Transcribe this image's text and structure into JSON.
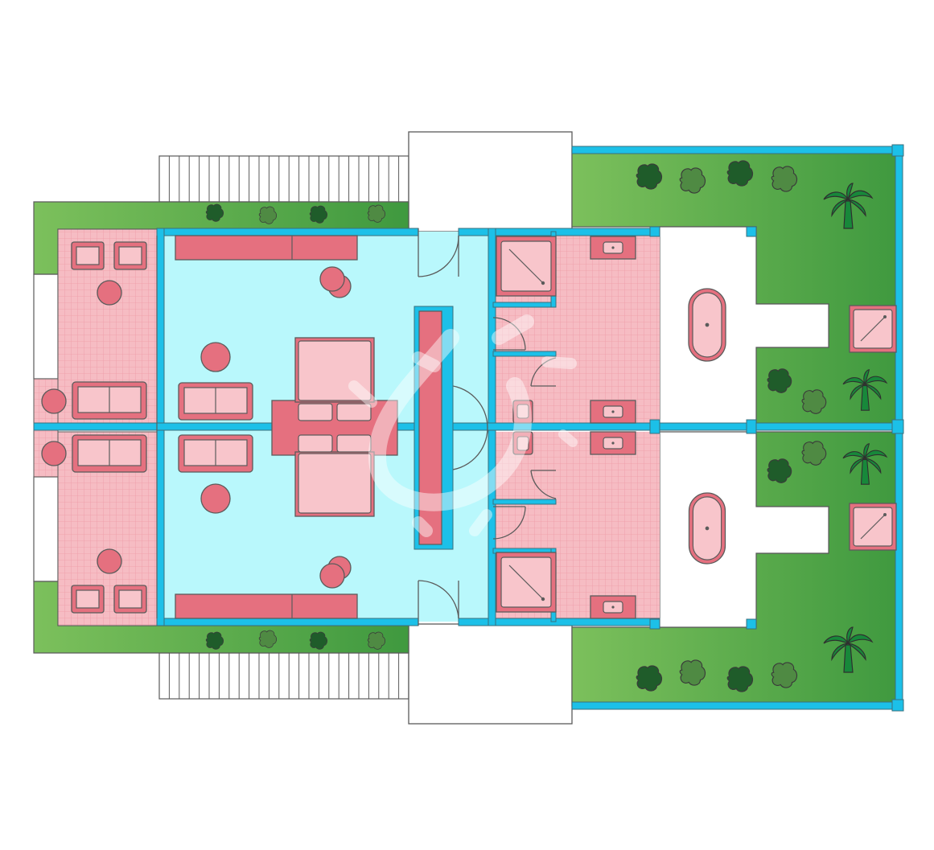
{
  "colors": {
    "background": "#ffffff",
    "interior_floor": "#b9f8fc",
    "wall": "#1cc0e8",
    "tile_floor": "#f6bcc3",
    "tile_grid": "#ee9ba6",
    "furniture_fill": "#e5707f",
    "furniture_light": "#f8c5cb",
    "outline": "#5b5b5b",
    "garden_light": "#7cc05c",
    "garden_dark": "#3f993f",
    "shrub_dark": "#1f5c2a",
    "shrub_mid": "#4f8a43",
    "palm": "#17883a",
    "stairs": "#ffffff",
    "watermark": "#ffffff"
  },
  "icons": [
    "shrub-icon",
    "palm-tree-icon",
    "bathtub-icon",
    "shower-icon",
    "sink-icon",
    "toilet-icon",
    "door-swing-icon",
    "watermark-logo"
  ],
  "rooms": [
    "bedroom",
    "bathroom",
    "terrace",
    "outdoor-bath",
    "garden",
    "entrance",
    "stairs"
  ]
}
